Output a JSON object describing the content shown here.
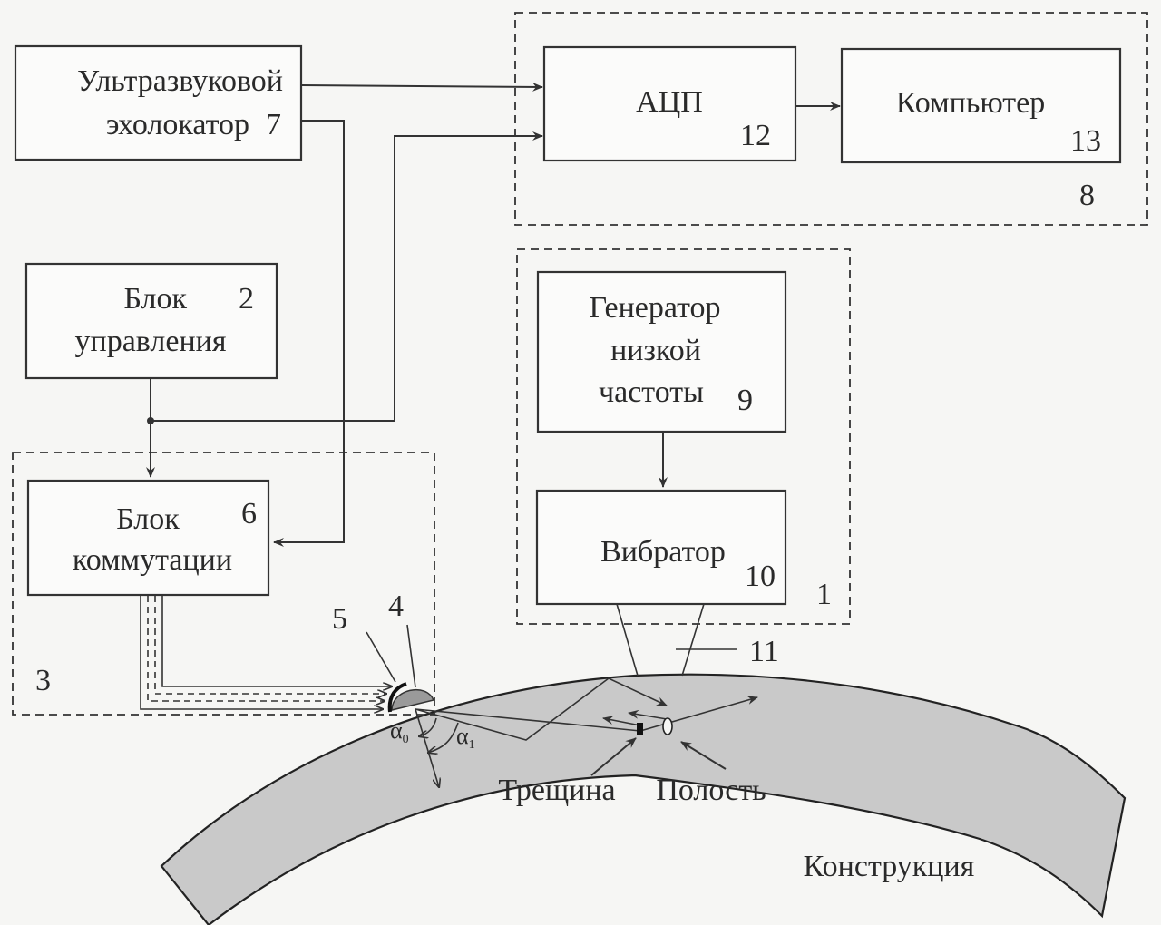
{
  "blocks": {
    "echolocator": {
      "line1": "Ультразвуковой",
      "line2": "эхолокатор",
      "number": "7"
    },
    "adc": {
      "label": "АЦП",
      "number": "12"
    },
    "computer": {
      "label": "Компьютер",
      "number": "13"
    },
    "recording_group": {
      "number": "8"
    },
    "control": {
      "line1": "Блок",
      "line2": "управления",
      "number": "2"
    },
    "generator": {
      "line1": "Генератор",
      "line2": "низкой",
      "line3": "частоты",
      "number": "9"
    },
    "vibrator": {
      "label": "Вибратор",
      "number": "10"
    },
    "excitation_group": {
      "number": "1"
    },
    "switching": {
      "line1": "Блок",
      "line2": "коммутации",
      "number": "6"
    },
    "switching_group": {
      "number": "3"
    }
  },
  "callouts": {
    "transducer_array": "5",
    "prism": "4",
    "vibrator_contact": "11",
    "alpha0": "α",
    "alpha0_sub": "0",
    "alpha1": "α",
    "alpha1_sub": "1"
  },
  "defects": {
    "crack": "Трещина",
    "cavity": "Полость"
  },
  "structure": {
    "label": "Конструкция"
  }
}
